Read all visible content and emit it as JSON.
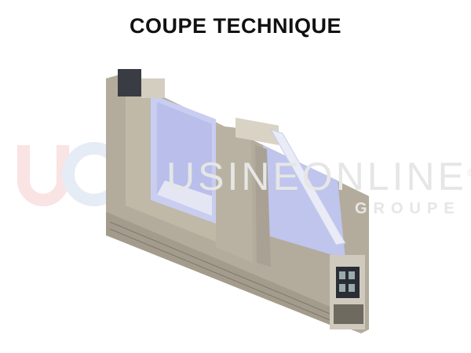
{
  "title": "COUPE TECHNIQUE",
  "watermark": {
    "logo": "UO",
    "name": "USINEONLINE",
    "registered": "®",
    "group": "GROUPE"
  },
  "colors": {
    "frame": "#b3ac9c",
    "frame_dark": "#8f8a7d",
    "glass": "#c9cdf0",
    "title": "#111111"
  }
}
